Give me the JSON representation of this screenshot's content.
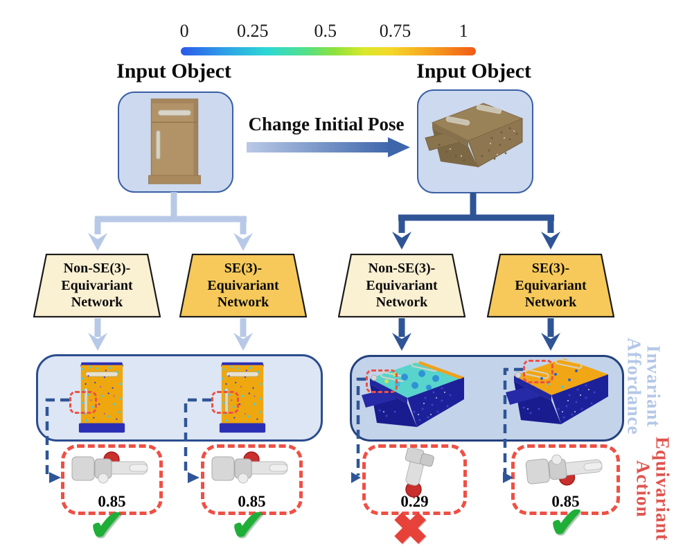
{
  "colorbar": {
    "ticks": [
      "0",
      "0.25",
      "0.5",
      "0.75",
      "1"
    ]
  },
  "flow": {
    "left_input_title": "Input Object",
    "right_input_title": "Input Object",
    "pose_change_label": "Change Initial Pose"
  },
  "networks": [
    {
      "lines": [
        "Non-SE(3)-",
        "Equivariant",
        "Network"
      ],
      "variant": "non-equivariant"
    },
    {
      "lines": [
        "SE(3)-",
        "Equivariant",
        "Network"
      ],
      "variant": "equivariant"
    },
    {
      "lines": [
        "Non-SE(3)-",
        "Equivariant",
        "Network"
      ],
      "variant": "non-equivariant"
    },
    {
      "lines": [
        "SE(3)-",
        "Equivariant",
        "Network"
      ],
      "variant": "equivariant"
    }
  ],
  "actions": [
    {
      "score": "0.85",
      "outcome": "success",
      "mark": "✔"
    },
    {
      "score": "0.85",
      "outcome": "success",
      "mark": "✔"
    },
    {
      "score": "0.29",
      "outcome": "failure",
      "mark": "✖"
    },
    {
      "score": "0.85",
      "outcome": "success",
      "mark": "✔"
    }
  ],
  "side_labels": {
    "affordance": {
      "lines": [
        "Invariant",
        "Affordance"
      ],
      "color": "#b4c7e7"
    },
    "action": {
      "lines": [
        "Equivariant",
        "Action"
      ],
      "color": "#e0534e"
    }
  },
  "colors": {
    "light_arrow": "#b8c9e7",
    "dark_arrow": "#2f5496",
    "non_equivariant_fill": "#faf0d2",
    "equivariant_fill": "#f6c95a",
    "dashed_red": "#ee5045",
    "input_box_fill": "#ccd9ef",
    "result_box_left_fill": "#dde6f4",
    "result_box_right_fill": "#c3d3ea",
    "success_green": "#1fae38",
    "failure_red": "#e6423a",
    "affordance_high": "#eea70f",
    "affordance_low": "#1d2199"
  }
}
